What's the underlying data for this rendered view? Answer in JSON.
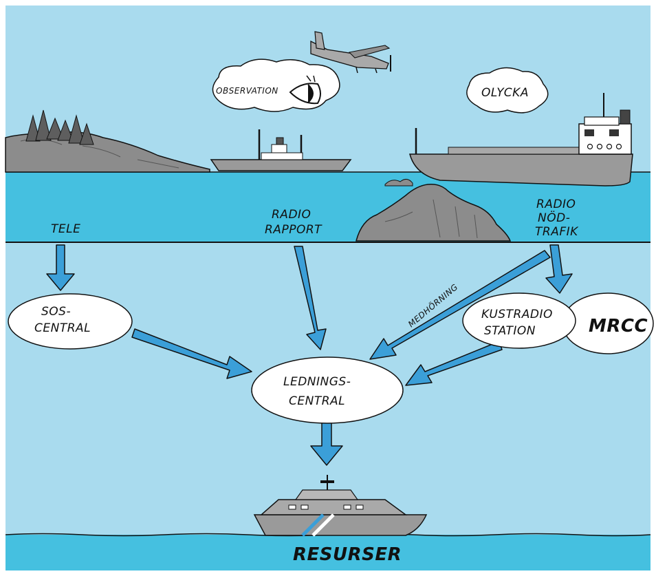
{
  "labels": {
    "observation": "OBSERVATION",
    "olycka": "OLYCKA",
    "tele": "TELE",
    "radio_rapport": [
      "RADIO",
      "RAPPORT"
    ],
    "radio_nodtrafik": [
      "RADIO",
      "NÖD-",
      "TRAFIK"
    ],
    "medhorning": "MEDHÖRNING",
    "sos_central": [
      "SOS-",
      "CENTRAL"
    ],
    "kustradio_station": [
      "KUSTRADIO",
      "STATION"
    ],
    "mrcc": "MRCC",
    "lednings_central": [
      "LEDNINGS-",
      "CENTRAL"
    ],
    "resurser": "RESURSER"
  },
  "colors": {
    "sky": "#a9dbee",
    "sea": "#45c0e0",
    "arrow": "#3b9fd8",
    "rock": "#8c8c8c",
    "hull": "#9a9a9a",
    "outline": "#111111",
    "bubble": "#ffffff"
  },
  "icons": [
    "aircraft-icon",
    "eye-icon",
    "island-icon",
    "rock-icon",
    "cargo-ship-icon",
    "ferry-ship-icon",
    "patrol-boat-icon"
  ]
}
